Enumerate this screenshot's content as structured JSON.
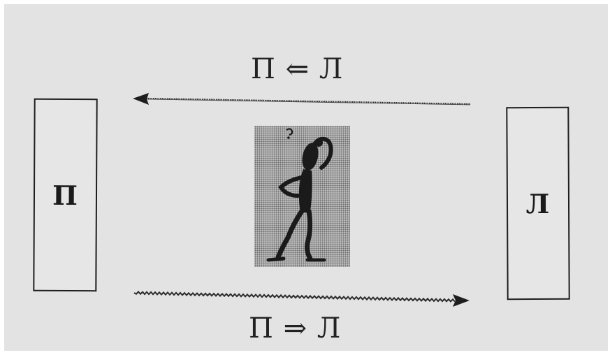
{
  "diagram": {
    "left_box": {
      "label": "П"
    },
    "right_box": {
      "label": "Л"
    },
    "top_arrow": {
      "label": "П ⇐ Л",
      "direction": "right-to-left"
    },
    "bottom_arrow": {
      "label": "П ⇒ Л",
      "direction": "left-to-right"
    },
    "center_figure": {
      "icon": "puzzled-man-icon"
    },
    "colors": {
      "background": "#e3e3e3",
      "ink": "#1e1e1e",
      "figure_background": "#bfbfbf"
    }
  }
}
